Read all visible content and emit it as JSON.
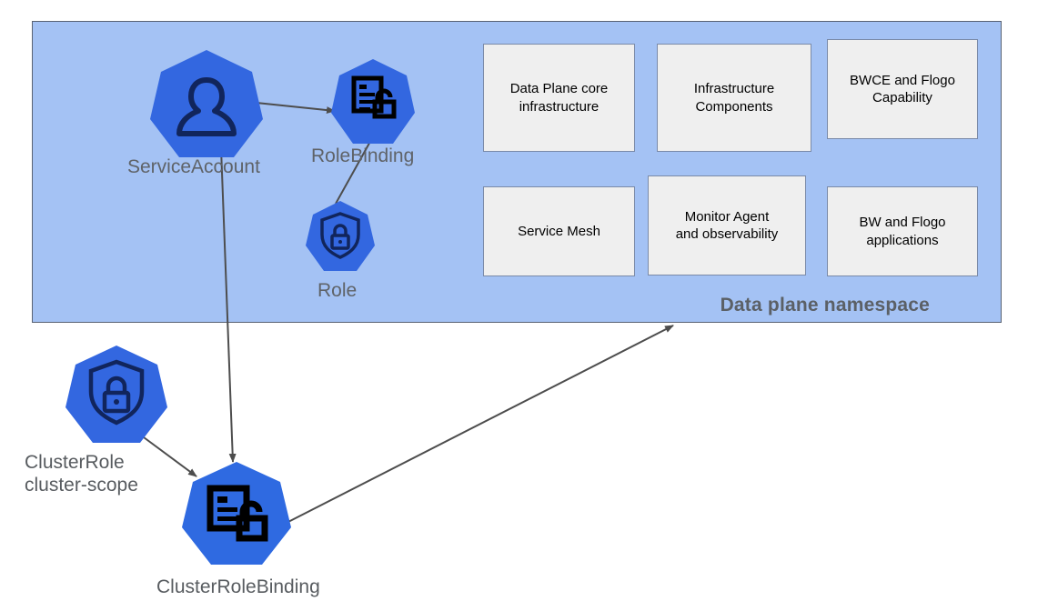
{
  "diagram": {
    "title": "Kubernetes RBAC and data plane namespace diagram",
    "colors": {
      "namespace_panel": "#a4c2f4",
      "namespace_border": "#596273",
      "node_fill": "#3367e0",
      "node_icon": "#0f1c36",
      "box_fill": "#efefef",
      "box_border": "#7a8aa8",
      "edge": "#4d4d4d",
      "label_text": "#5f6368",
      "title_text": "#5b6066"
    }
  },
  "namespace": {
    "label": "Data plane namespace",
    "components": [
      {
        "id": "data-plane-core-infrastructure",
        "label": "Data Plane core\ninfrastructure"
      },
      {
        "id": "infrastructure-components",
        "label": "Infrastructure\nComponents"
      },
      {
        "id": "bwce-and-flogo-capability",
        "label": "BWCE and Flogo\nCapability"
      },
      {
        "id": "service-mesh",
        "label": "Service Mesh"
      },
      {
        "id": "monitor-agent-and-observability",
        "label": "Monitor Agent\nand observability"
      },
      {
        "id": "bw-and-flogo-applications",
        "label": "BW and Flogo\napplications"
      }
    ]
  },
  "nodes": [
    {
      "id": "service-account",
      "label": "ServiceAccount",
      "icon": "user-icon"
    },
    {
      "id": "role-binding",
      "label": "RoleBinding",
      "icon": "document-unlock-icon"
    },
    {
      "id": "role",
      "label": "Role",
      "icon": "shield-lock-icon"
    },
    {
      "id": "cluster-role",
      "label": "ClusterRole\ncluster-scope",
      "icon": "shield-lock-icon"
    },
    {
      "id": "cluster-role-binding",
      "label": "ClusterRoleBinding",
      "icon": "document-unlock-icon"
    }
  ],
  "edges": [
    {
      "id": "service-account-to-role-binding",
      "from": "service-account",
      "to": "role-binding",
      "direction": "forward"
    },
    {
      "id": "role-to-role-binding",
      "from": "role",
      "to": "role-binding",
      "direction": "none"
    },
    {
      "id": "service-account-to-cluster-role-binding",
      "from": "service-account",
      "to": "cluster-role-binding",
      "direction": "forward"
    },
    {
      "id": "cluster-role-to-cluster-role-binding",
      "from": "cluster-role",
      "to": "cluster-role-binding",
      "direction": "forward"
    },
    {
      "id": "cluster-role-binding-to-namespace",
      "from": "cluster-role-binding",
      "to": "namespace",
      "direction": "both"
    }
  ]
}
